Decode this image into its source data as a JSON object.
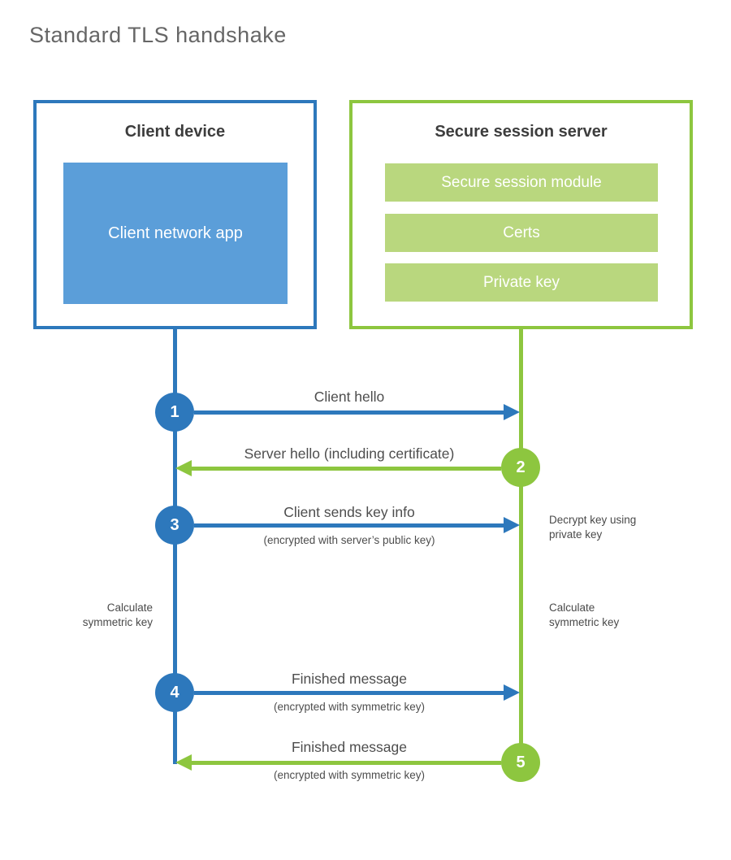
{
  "title": "Standard TLS handshake",
  "colors": {
    "blue": "#2d78bc",
    "blue_light": "#5b9ed9",
    "green": "#8dc63f",
    "green_light": "#b9d77e"
  },
  "client": {
    "title": "Client device",
    "app_label": "Client network app"
  },
  "server": {
    "title": "Secure session server",
    "modules": [
      "Secure session module",
      "Certs",
      "Private key"
    ]
  },
  "steps": [
    {
      "num": "1",
      "label": "Client hello",
      "sub": "",
      "direction": "right",
      "actor": "client"
    },
    {
      "num": "2",
      "label": "Server hello (including certificate)",
      "sub": "",
      "direction": "left",
      "actor": "server"
    },
    {
      "num": "3",
      "label": "Client sends key info",
      "sub": "(encrypted with server’s public key)",
      "direction": "right",
      "actor": "client"
    },
    {
      "num": "4",
      "label": "Finished message",
      "sub": "(encrypted with symmetric key)",
      "direction": "right",
      "actor": "client"
    },
    {
      "num": "5",
      "label": "Finished message",
      "sub": "(encrypted with symmetric key)",
      "direction": "left",
      "actor": "server"
    }
  ],
  "notes": {
    "decrypt": "Decrypt key using private key",
    "calc_left": "Calculate symmetric key",
    "calc_right": "Calculate symmetric key"
  }
}
